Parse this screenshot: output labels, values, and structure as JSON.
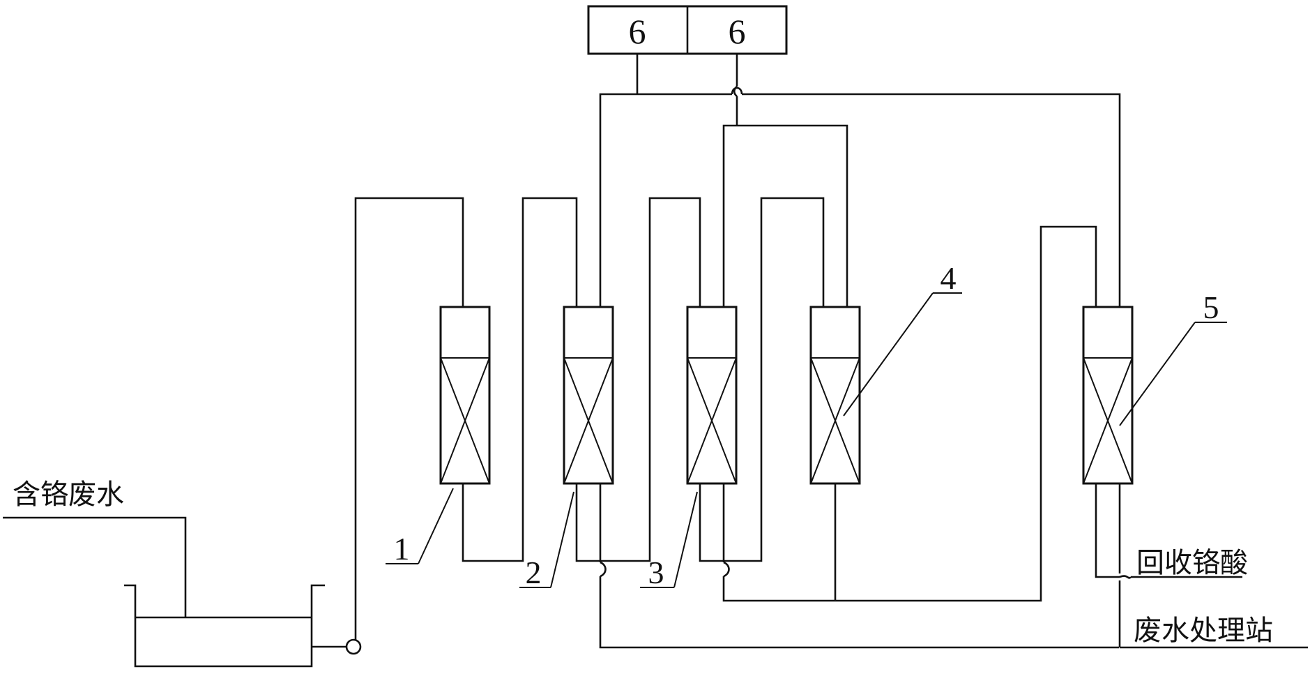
{
  "labels": {
    "inlet": "含铬废水",
    "recovered_acid": "回收铬酸",
    "treatment_station": "废水处理站"
  },
  "components": {
    "column_1": "1",
    "column_2": "2",
    "column_3": "3",
    "column_4": "4",
    "column_5": "5",
    "tank_6_left": "6",
    "tank_6_right": "6"
  }
}
